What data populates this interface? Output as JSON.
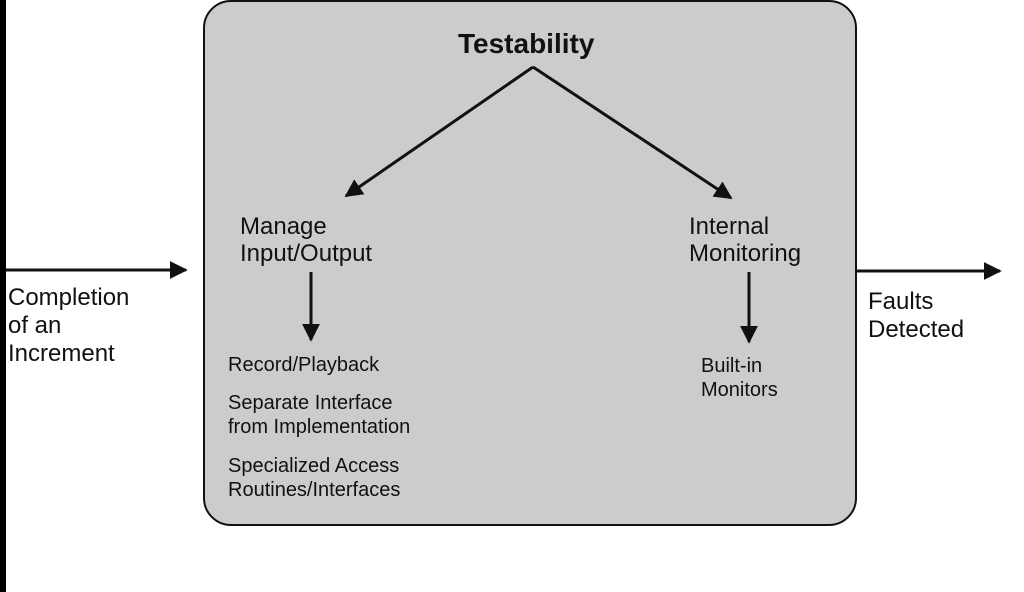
{
  "diagram": {
    "title": "Testability",
    "input": {
      "label": "Completion\nof an\nIncrement"
    },
    "output": {
      "label": "Faults\nDetected"
    },
    "branches": [
      {
        "name": "Manage\nInput/Output",
        "tactics": [
          "Record/Playback",
          "Separate Interface\n   from Implementation",
          "Specialized Access\n   Routines/Interfaces"
        ]
      },
      {
        "name": "Internal\nMonitoring",
        "tactics": [
          "Built-in\n   Monitors"
        ]
      }
    ]
  },
  "colors": {
    "background": "#ffffff",
    "box_fill": "#cccccc",
    "stroke": "#111111",
    "frame": "#000000"
  }
}
